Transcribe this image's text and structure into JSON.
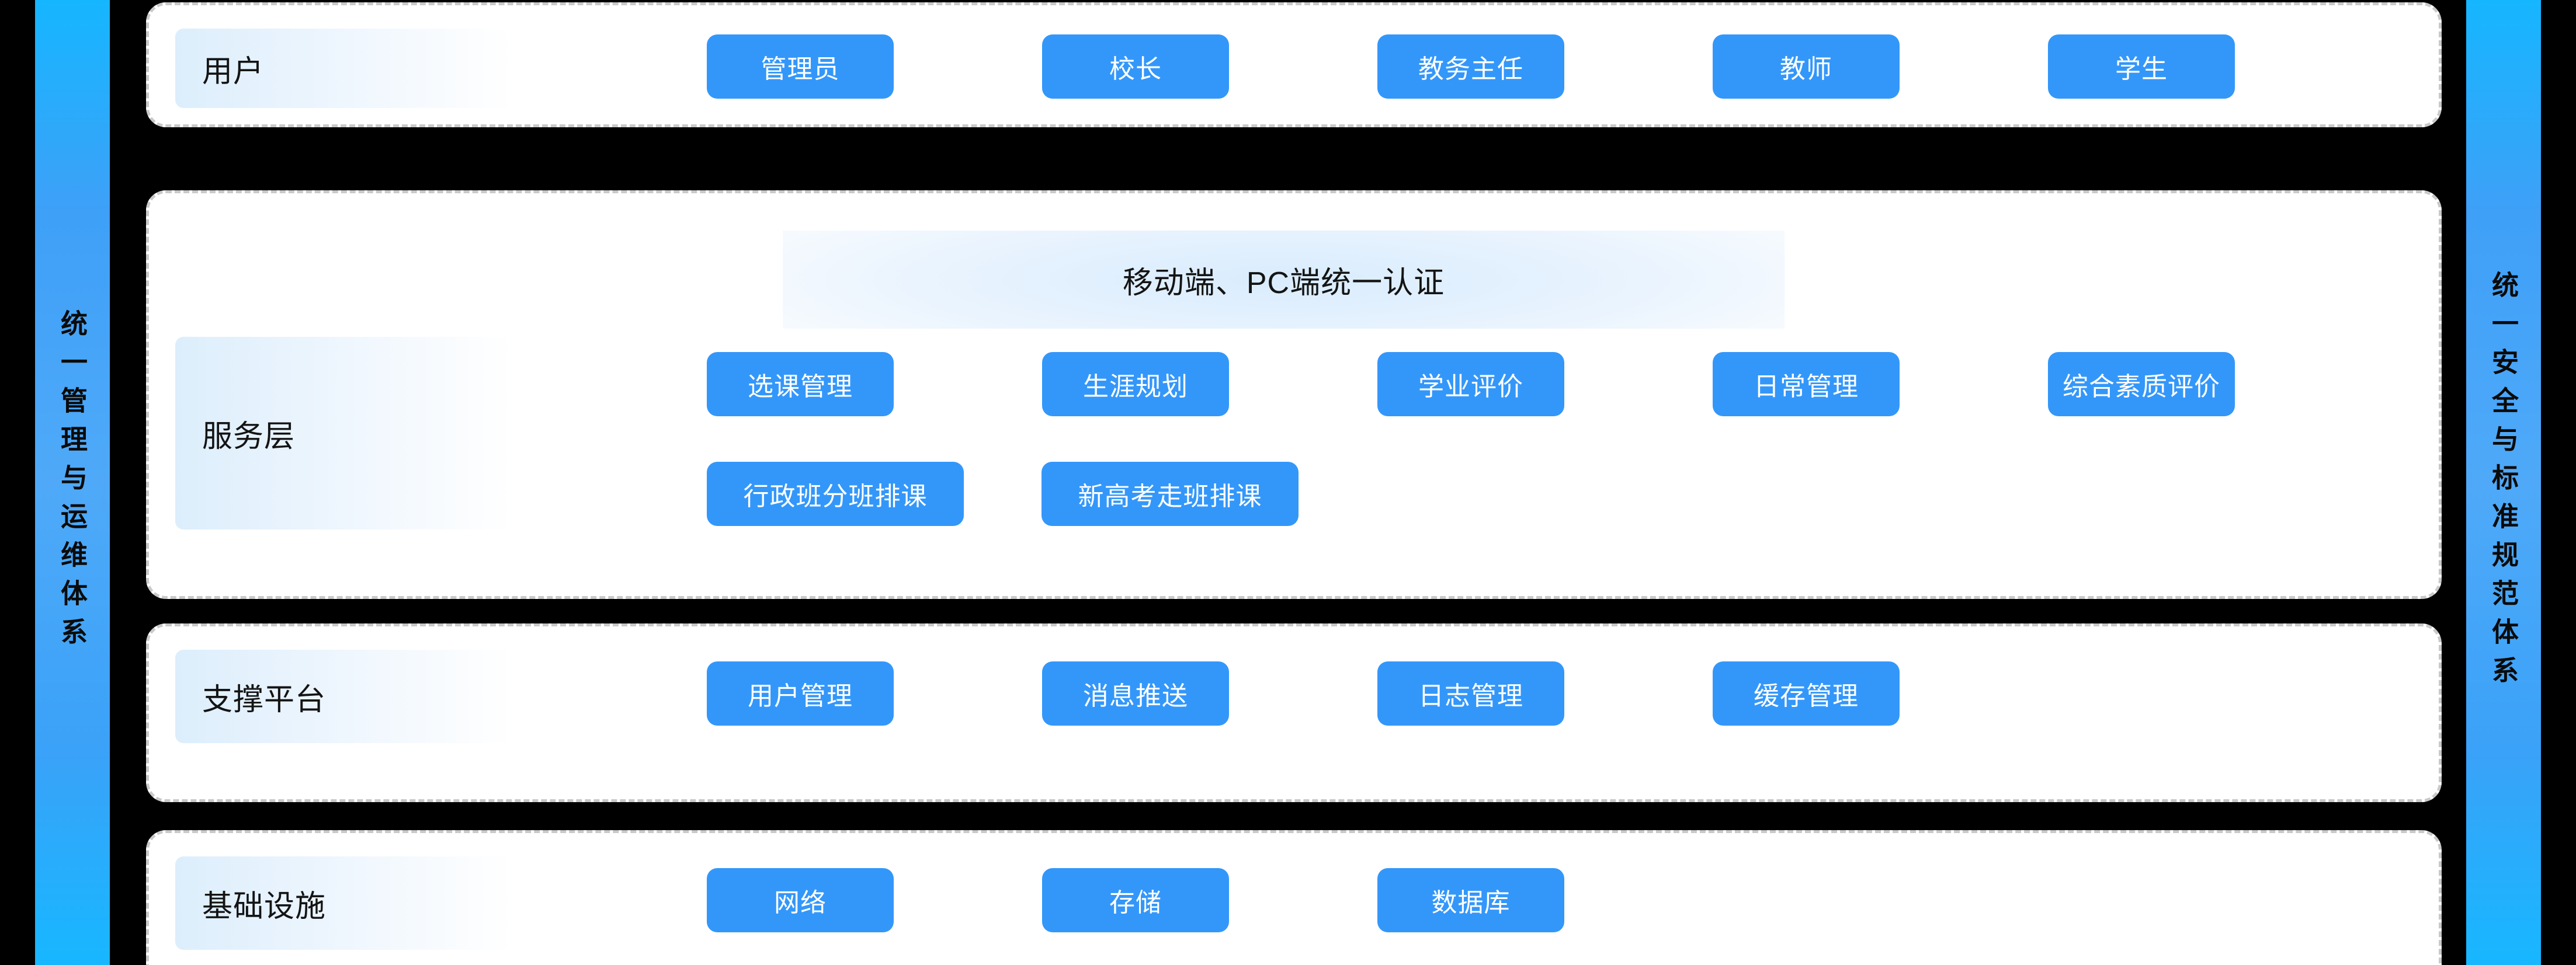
{
  "rails": {
    "left": {
      "label": "统一管理与运维体系"
    },
    "right": {
      "label": "统一安全与标准规范体系"
    }
  },
  "colors": {
    "background": "#000000",
    "card_bg": "#ffffff",
    "card_border": "#c9c9c9",
    "button": "#3397fa",
    "button_text": "#ffffff",
    "label_gradient_start": "#dceefc",
    "label_gradient_end": "#ffffff",
    "rail_gradient_start": "#16b6ff",
    "rail_gradient_mid": "#4fa9f8",
    "text": "#141414"
  },
  "layers": {
    "users": {
      "label": "用户",
      "items": [
        {
          "label": "管理员"
        },
        {
          "label": "校长"
        },
        {
          "label": "教务主任"
        },
        {
          "label": "教师"
        },
        {
          "label": "学生"
        }
      ]
    },
    "service": {
      "label": "服务层",
      "banner": "移动端、PC端统一认证",
      "items_row1": [
        {
          "label": "选课管理"
        },
        {
          "label": "生涯规划"
        },
        {
          "label": "学业评价"
        },
        {
          "label": "日常管理"
        },
        {
          "label": "综合素质评价"
        }
      ],
      "items_row2": [
        {
          "label": "行政班分班排课"
        },
        {
          "label": "新高考走班排课"
        }
      ]
    },
    "support": {
      "label": "支撑平台",
      "items": [
        {
          "label": "用户管理"
        },
        {
          "label": "消息推送"
        },
        {
          "label": "日志管理"
        },
        {
          "label": "缓存管理"
        }
      ]
    },
    "infrastructure": {
      "label": "基础设施",
      "items": [
        {
          "label": "网络"
        },
        {
          "label": "存储"
        },
        {
          "label": "数据库"
        }
      ]
    }
  }
}
